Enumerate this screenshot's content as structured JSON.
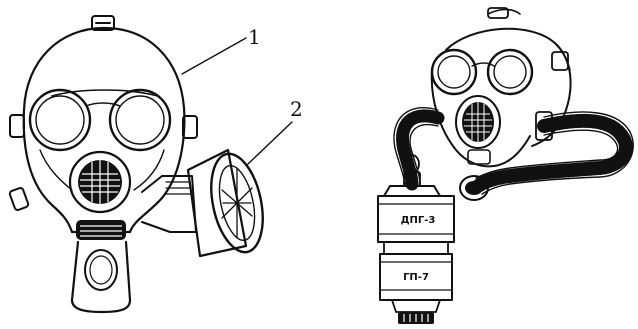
{
  "callouts": [
    {
      "number": "1",
      "refers_to": "mask-body"
    },
    {
      "number": "2",
      "refers_to": "filter-canister"
    }
  ],
  "canister_labels": {
    "upper_box": "ДПГ-3",
    "lower_box": "ГП-7"
  },
  "colors": {
    "ink": "#111111",
    "background": "#ffffff"
  }
}
